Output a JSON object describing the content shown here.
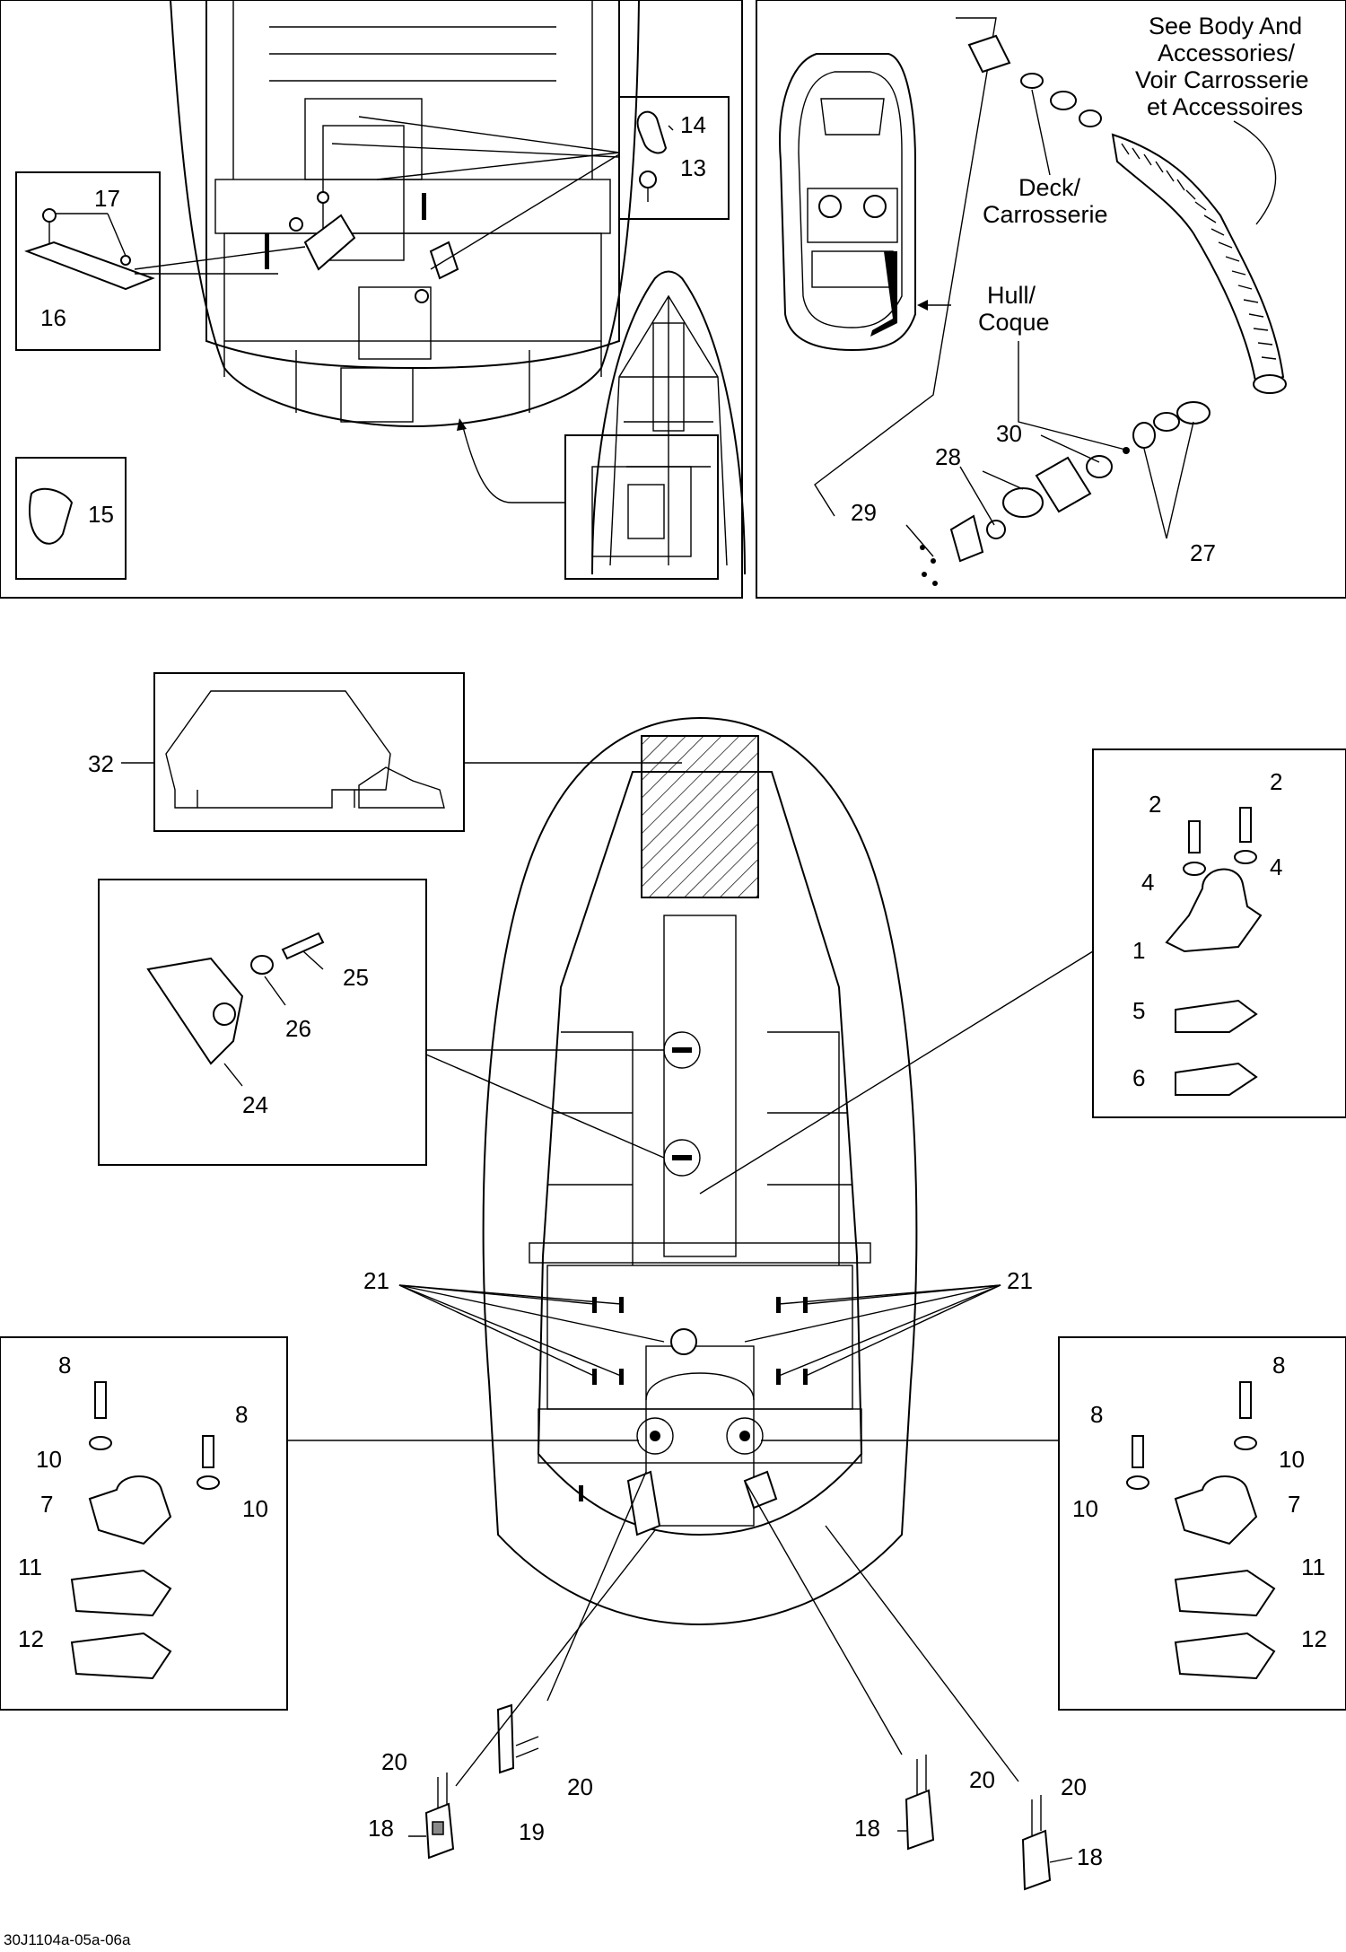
{
  "figure_code": "30J1104a-05a-06a",
  "callouts": {
    "c1": "1",
    "c2a": "2",
    "c2b": "2",
    "c4a": "4",
    "c4b": "4",
    "c5": "5",
    "c6": "6",
    "c7a": "7",
    "c7b": "7",
    "c8a": "8",
    "c8b": "8",
    "c8c": "8",
    "c8d": "8",
    "c10a": "10",
    "c10b": "10",
    "c10c": "10",
    "c10d": "10",
    "c11a": "11",
    "c11b": "11",
    "c12a": "12",
    "c12b": "12",
    "c13": "13",
    "c14": "14",
    "c15": "15",
    "c16": "16",
    "c17": "17",
    "c18a": "18",
    "c18b": "18",
    "c18c": "18",
    "c19": "19",
    "c20a": "20",
    "c20b": "20",
    "c20c": "20",
    "c20d": "20",
    "c21a": "21",
    "c21b": "21",
    "c24": "24",
    "c25": "25",
    "c26": "26",
    "c27": "27",
    "c28": "28",
    "c29": "29",
    "c30": "30",
    "c32": "32"
  },
  "captions": {
    "see_body_1": "See Body And",
    "see_body_2": "Accessories/",
    "see_body_3": "Voir Carrosserie",
    "see_body_4": "et Accessoires",
    "deck_1": "Deck/",
    "deck_2": "Carrosserie",
    "hull_1": "Hull/",
    "hull_2": "Coque"
  }
}
